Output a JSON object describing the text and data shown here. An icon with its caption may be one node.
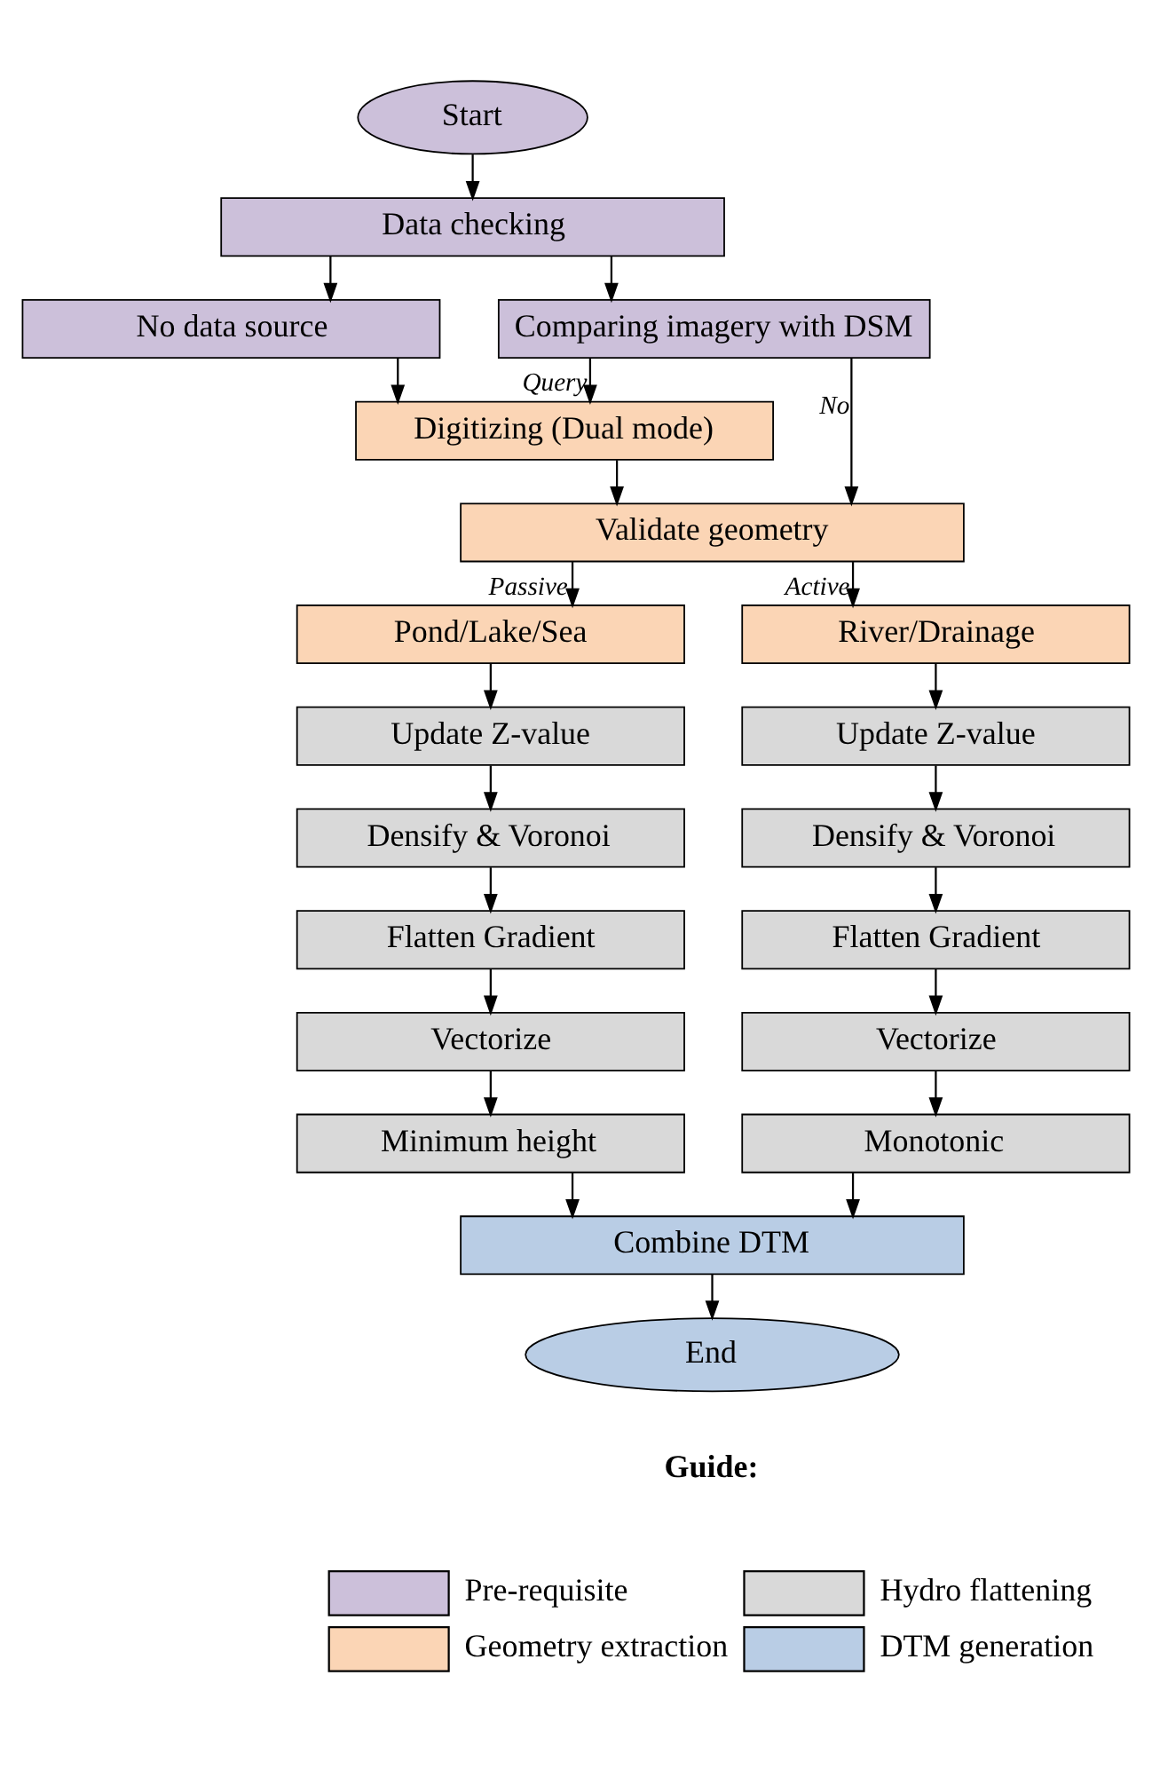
{
  "diagram": {
    "nodes": [
      {
        "text": [
          "Start"
        ]
      },
      {
        "text": [
          "Data checking"
        ]
      },
      {
        "text": [
          "Comparing imagery with DSM"
        ]
      },
      {
        "text": [
          "No data source"
        ]
      },
      {
        "text": [
          "Digitizing (Dual mode)"
        ]
      },
      {
        "text": [
          "Validate geometry"
        ]
      },
      {
        "text": [
          "Pond/Lake/Sea"
        ]
      },
      {
        "text": [
          "Update Z-value"
        ]
      },
      {
        "text": [
          "Densify & Voronoi"
        ]
      },
      {
        "text": [
          "Flatten Gradient"
        ]
      },
      {
        "text": [
          "Vectorize"
        ]
      },
      {
        "text": [
          "Minimum height"
        ]
      },
      {
        "text": [
          "River/Drainage"
        ]
      },
      {
        "text": [
          "Update Z-value"
        ]
      },
      {
        "text": [
          "Densify & Voronoi"
        ]
      },
      {
        "text": [
          "Flatten Gradient"
        ]
      },
      {
        "text": [
          "Vectorize"
        ]
      },
      {
        "text": [
          "Monotonic"
        ]
      },
      {
        "text": [
          "Combine DTM"
        ]
      },
      {
        "text": [
          "End"
        ]
      }
    ],
    "edges": [
      {
        "from": 0,
        "to": 1,
        "arrow": "to"
      },
      {
        "from": 1,
        "to": 2,
        "arrow": "to"
      },
      {
        "from": 1,
        "to": 3,
        "arrow": "to"
      },
      {
        "from": 2,
        "to": 4,
        "arrow": "to",
        "label": "Query"
      },
      {
        "from": 2,
        "to": 5,
        "arrow": "to",
        "label": "No"
      },
      {
        "from": 3,
        "to": 4,
        "arrow": "to"
      },
      {
        "from": 4,
        "to": 5,
        "arrow": "to"
      },
      {
        "from": 5,
        "to": 6,
        "arrow": "to",
        "label": "Passive"
      },
      {
        "from": 5,
        "to": 12,
        "arrow": "to",
        "label": "Active"
      },
      {
        "from": 6,
        "to": 7,
        "arrow": "to"
      },
      {
        "from": 7,
        "to": 8,
        "arrow": "to"
      },
      {
        "from": 8,
        "to": 9,
        "arrow": "to"
      },
      {
        "from": 9,
        "to": 10,
        "arrow": "to"
      },
      {
        "from": 10,
        "to": 11,
        "arrow": "to"
      },
      {
        "from": 12,
        "to": 13,
        "arrow": "to"
      },
      {
        "from": 13,
        "to": 14,
        "arrow": "to"
      },
      {
        "from": 14,
        "to": 15,
        "arrow": "to"
      },
      {
        "from": 15,
        "to": 16,
        "arrow": "to"
      },
      {
        "from": 16,
        "to": 17,
        "arrow": "to"
      },
      {
        "from": 11,
        "to": 18,
        "arrow": "to"
      },
      {
        "from": 17,
        "to": 18,
        "arrow": "to"
      },
      {
        "from": 18,
        "to": 19,
        "arrow": "to"
      }
    ],
    "labels": [
      "Guide:"
    ],
    "legend": [
      {
        "text": "Pre-requisite",
        "color": "#ccc0da"
      },
      {
        "text": "Hydro flattening",
        "color": "#d9d9d9"
      },
      {
        "text": "Geometry extraction",
        "color": "#fbd5b5"
      },
      {
        "text": "DTM generation",
        "color": "#b9cde5"
      }
    ]
  }
}
